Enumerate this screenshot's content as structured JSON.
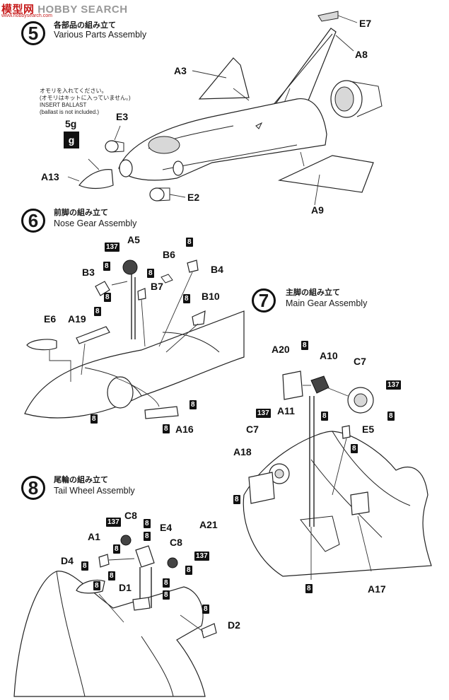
{
  "watermark": {
    "brand_red": "模型网",
    "brand_grey": "HOBBY SEARCH",
    "sub": "www.hobbysearch.com"
  },
  "steps": [
    {
      "number": "5",
      "title_jp": "各部品の組み立て",
      "title_en": "Various Parts Assembly"
    },
    {
      "number": "6",
      "title_jp": "前脚の組み立て",
      "title_en": "Nose Gear Assembly"
    },
    {
      "number": "7",
      "title_jp": "主脚の組み立て",
      "title_en": "Main Gear Assembly"
    },
    {
      "number": "8",
      "title_jp": "尾輪の組み立て",
      "title_en": "Tail Wheel Assembly"
    }
  ],
  "ballast": {
    "line1": "オモリを入れてください。",
    "line2": "(オモリはキットに入っていません。)",
    "line3": "INSERT BALLAST",
    "line4": "(ballast is not included.)",
    "weight": "5g",
    "icon_letter": "g"
  },
  "parts": {
    "E7": "E7",
    "A8": "A8",
    "A3": "A3",
    "E3": "E3",
    "A13": "A13",
    "E2": "E2",
    "A9": "A9",
    "A5": "A5",
    "B6": "B6",
    "B4": "B4",
    "B3": "B3",
    "B7": "B7",
    "B10": "B10",
    "E6": "E6",
    "A19": "A19",
    "A16": "A16",
    "A20": "A20",
    "A10": "A10",
    "C7a": "C7",
    "A11": "A11",
    "C7b": "C7",
    "E5": "E5",
    "A18": "A18",
    "A21": "A21",
    "A17": "A17",
    "C8a": "C8",
    "E4": "E4",
    "A1": "A1",
    "C8b": "C8",
    "D4": "D4",
    "D1": "D1",
    "D2": "D2"
  },
  "badges": {
    "glue": "8",
    "paint": "137"
  },
  "colors": {
    "ink": "#1a1a1a",
    "watermark_red": "#c61a1a",
    "badge_bg": "#111111"
  }
}
